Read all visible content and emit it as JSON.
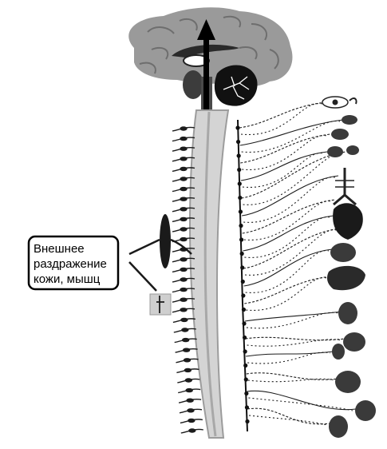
{
  "callout": {
    "lines": [
      "Внешнее",
      "раздражение",
      "кожи, мышц"
    ]
  },
  "colors": {
    "brain": "#9a9a9a",
    "brain_folds": "#6e6e6e",
    "cerebellum": "#111111",
    "spine": "#d4d4d4",
    "spine_outline": "#9c9c9c",
    "nerve": "#1c1c1c",
    "organ": "#3a3a3a",
    "callout_border": "#000000",
    "receptor": "#1a1a1a",
    "skin_patch": "#cfcfcf",
    "arrow": "#000000"
  },
  "icons": {
    "upward_signal": "arrow-up-icon",
    "receptor": "receptor-ellipse-icon"
  }
}
